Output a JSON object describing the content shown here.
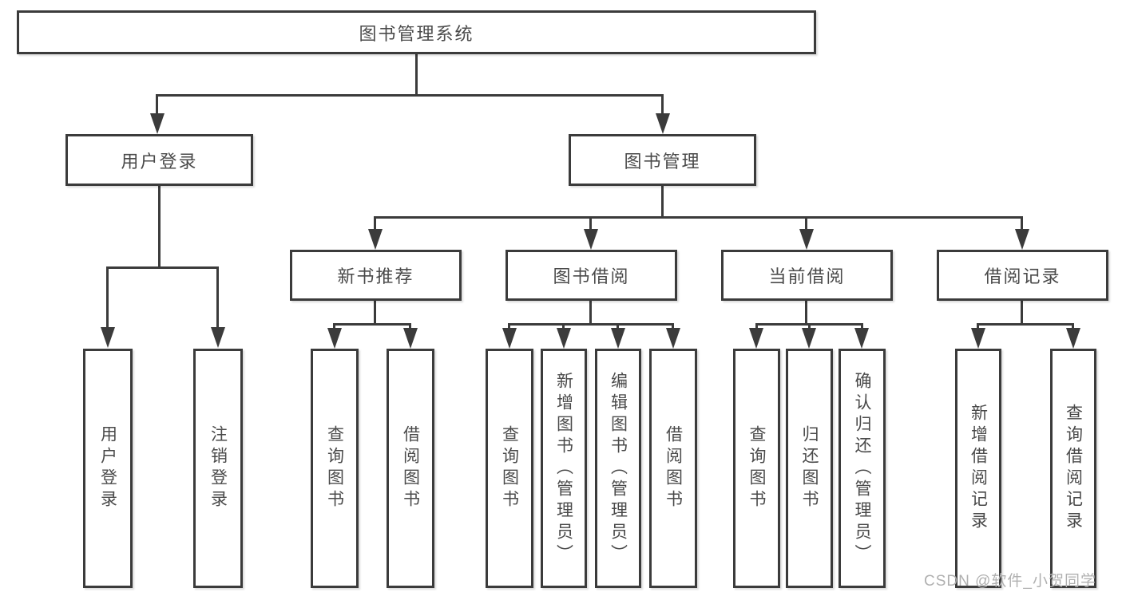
{
  "colors": {
    "line": "#3b3b3b",
    "text": "#4a4a4a",
    "box_background": "#ffffff",
    "watermark": "#b0b0b0"
  },
  "watermark": "CSDN @软件_小贺同学",
  "root": {
    "label": "图书管理系统"
  },
  "level1": [
    {
      "label": "用户登录"
    },
    {
      "label": "图书管理"
    }
  ],
  "level2": [
    {
      "label": "新书推荐",
      "parent": "图书管理"
    },
    {
      "label": "图书借阅",
      "parent": "图书管理"
    },
    {
      "label": "当前借阅",
      "parent": "图书管理"
    },
    {
      "label": "借阅记录",
      "parent": "图书管理"
    }
  ],
  "leaves": [
    {
      "label": "用户登录",
      "parent": "用户登录"
    },
    {
      "label": "注销登录",
      "parent": "用户登录"
    },
    {
      "label": "查询图书",
      "parent": "新书推荐"
    },
    {
      "label": "借阅图书",
      "parent": "新书推荐"
    },
    {
      "label": "查询图书",
      "parent": "图书借阅"
    },
    {
      "label": "新增图书（管理员）",
      "parent": "图书借阅"
    },
    {
      "label": "编辑图书（管理员）",
      "parent": "图书借阅"
    },
    {
      "label": "借阅图书",
      "parent": "图书借阅"
    },
    {
      "label": "查询图书",
      "parent": "当前借阅"
    },
    {
      "label": "归还图书",
      "parent": "当前借阅"
    },
    {
      "label": "确认归还（管理员）",
      "parent": "当前借阅"
    },
    {
      "label": "新增借阅记录",
      "parent": "借阅记录"
    },
    {
      "label": "查询借阅记录",
      "parent": "借阅记录"
    }
  ]
}
